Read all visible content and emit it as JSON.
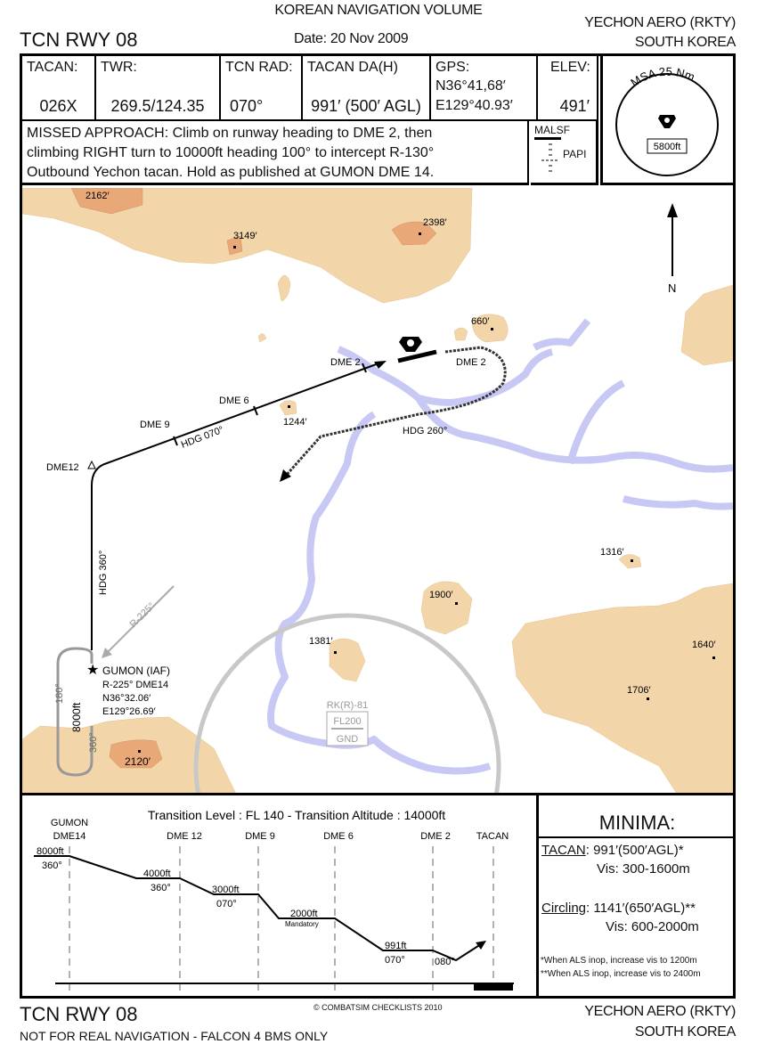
{
  "header": {
    "volume": "KOREAN NAVIGATION VOLUME",
    "procedure": "TCN RWY 08",
    "date": "Date: 20 Nov 2009",
    "airport": "YECHON AERO (RKTY)",
    "country": "SOUTH KOREA"
  },
  "info": {
    "tacan_label": "TACAN:",
    "tacan_value": "026X",
    "twr_label": "TWR:",
    "twr_value": "269.5/124.35",
    "rad_label": "TCN RAD:",
    "rad_value": "070°",
    "da_label": "TACAN DA(H)",
    "da_value": "991′ (500′ AGL)",
    "gps_label": "GPS:",
    "gps_lat": "N36°41,68′",
    "gps_lon": "E129°40.93′",
    "elev_label": "ELEV:",
    "elev_value": "491′",
    "msa_label": "MSA 25 Nm",
    "msa_value": "5800ft"
  },
  "missed_approach": [
    "MISSED APPROACH: Climb on runway heading to DME 2, then",
    "climbing RIGHT turn to 10000ft heading 100° to intercept R-130°",
    "Outbound Yechon tacan. Hold as published at GUMON DME 14."
  ],
  "lighting": {
    "malsf": "MALSF",
    "papi": "PAPI"
  },
  "map": {
    "north": "N",
    "elevations": [
      "2162′",
      "3149′",
      "2398′",
      "660′",
      "1244′",
      "1316′",
      "1900′",
      "1381′",
      "1640′",
      "1706′",
      "2120′"
    ],
    "dme2_left": "DME 2",
    "dme2_right": "DME 2",
    "dme6": "DME 6",
    "dme9": "DME 9",
    "dme12": "DME12",
    "hdg070": "HDG 070°",
    "hdg260": "HDG 260°",
    "hdg360": "HDG 360°",
    "r225": "R-225°",
    "gumon": [
      "GUMON (IAF)",
      "R-225° DME14",
      "N36°32.06′",
      "E129°26.69′"
    ],
    "hold_180": "180°",
    "hold_360": "360°",
    "hold_alt": "8000ft",
    "restricted": "RK(R)-81",
    "restricted_top": "FL200",
    "restricted_bottom": "GND"
  },
  "profile": {
    "transition": "Transition Level : FL 140  -  Transition Altitude : 14000ft",
    "fixes": [
      "GUMON",
      "DME14",
      "DME 12",
      "DME 9",
      "DME 6",
      "DME 2",
      "TACAN"
    ],
    "alts": [
      "8000ft",
      "4000ft",
      "3000ft",
      "2000ft",
      "991ft"
    ],
    "headings": [
      "360°",
      "360°",
      "070°",
      "070°",
      "080°"
    ],
    "mandatory": "Mandatory"
  },
  "minima": {
    "title": "MINIMA:",
    "tacan_label": "TACAN",
    "tacan_value": ": 991′(500′AGL)*",
    "tacan_vis": "Vis: 300-1600m",
    "circling_label": "Circling",
    "circling_value": ": 1141′(650′AGL)**",
    "circling_vis": "Vis: 600-2000m",
    "note1": "*When ALS inop, increase vis to 1200m",
    "note2": "**When ALS inop, increase vis to 2400m"
  },
  "footer": {
    "procedure": "TCN RWY 08",
    "disclaimer": "NOT FOR REAL NAVIGATION - FALCON 4 BMS ONLY",
    "copyright": "© COMBATSIM CHECKLISTS 2010",
    "airport": "YECHON AERO (RKTY)",
    "country": "SOUTH KOREA"
  }
}
